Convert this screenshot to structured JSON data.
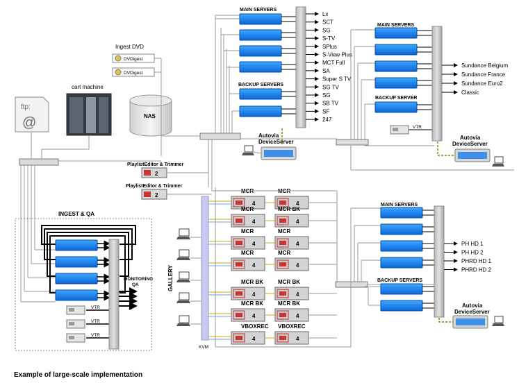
{
  "caption": "Example of large-scale implementation",
  "top_group": {
    "main_title": "MAIN SERVERS",
    "backup_title": "BACKUP SERVERS",
    "outputs": [
      "Lx",
      "SCT",
      "SG",
      "S-TV",
      "SPlus",
      "S-View Plus",
      "MCT Full",
      "SA",
      "Super S TV",
      "SG TV",
      "SG",
      "SB TV",
      "SF",
      "247"
    ],
    "autovia": [
      "Autovia",
      "DeviceServer"
    ]
  },
  "right_group": {
    "main_title": "MAIN SERVERS",
    "backup_title": "BACKUP SERVER",
    "outputs": [
      "Sundance Belgium",
      "Sundance France",
      "Sundance Euro2",
      "Classic"
    ],
    "vtr": "VTR",
    "autovia": [
      "Autovia",
      "DeviceServer"
    ]
  },
  "lower_group": {
    "main_title": "MAIN SERVERS",
    "backup_title": "BACKUP SERVERS",
    "outputs": [
      "PH HD 1",
      "PH HD 2",
      "PHRD HD 1",
      "PHRD HD 2"
    ],
    "autovia": [
      "Autovia",
      "DeviceServer"
    ]
  },
  "ingest": {
    "ftp_label": "ftp:",
    "ftp_at": "@",
    "cart_label": "cart machine",
    "nas_label": "NAS",
    "dvd_title": "Ingest DVD",
    "dvd_items": [
      "DVDigest",
      "DVDigest"
    ],
    "qa_title": "INGEST & QA",
    "monitoring": [
      "MONITORING",
      "QA"
    ],
    "vtr_labels": [
      "VTR",
      "VTR",
      "VTR"
    ]
  },
  "playlist": {
    "items": [
      {
        "label": "PlaylistEditor & Trimmer",
        "badge": "2"
      },
      {
        "label": "PlaylistEditor & Trimmer",
        "badge": "2"
      }
    ]
  },
  "gallery": {
    "label": "GALLERY",
    "kvm": "KVM",
    "rows": [
      {
        "left": "MCR",
        "right": "MCR",
        "badge": "4"
      },
      {
        "left": "MCR",
        "right": "MCR BK",
        "badge": "4"
      },
      {
        "left": "MCR",
        "right": "MCR",
        "badge": "4"
      },
      {
        "left": "MCR",
        "right": "MCR",
        "badge": "4"
      },
      {
        "left": "MCR BK",
        "right": "MCR BK",
        "badge": "4"
      },
      {
        "left": "MCR BK",
        "right": "MCR BK",
        "badge": "4"
      },
      {
        "left": "VBOXREC",
        "right": "VBOXREC",
        "badge": "4"
      }
    ]
  }
}
